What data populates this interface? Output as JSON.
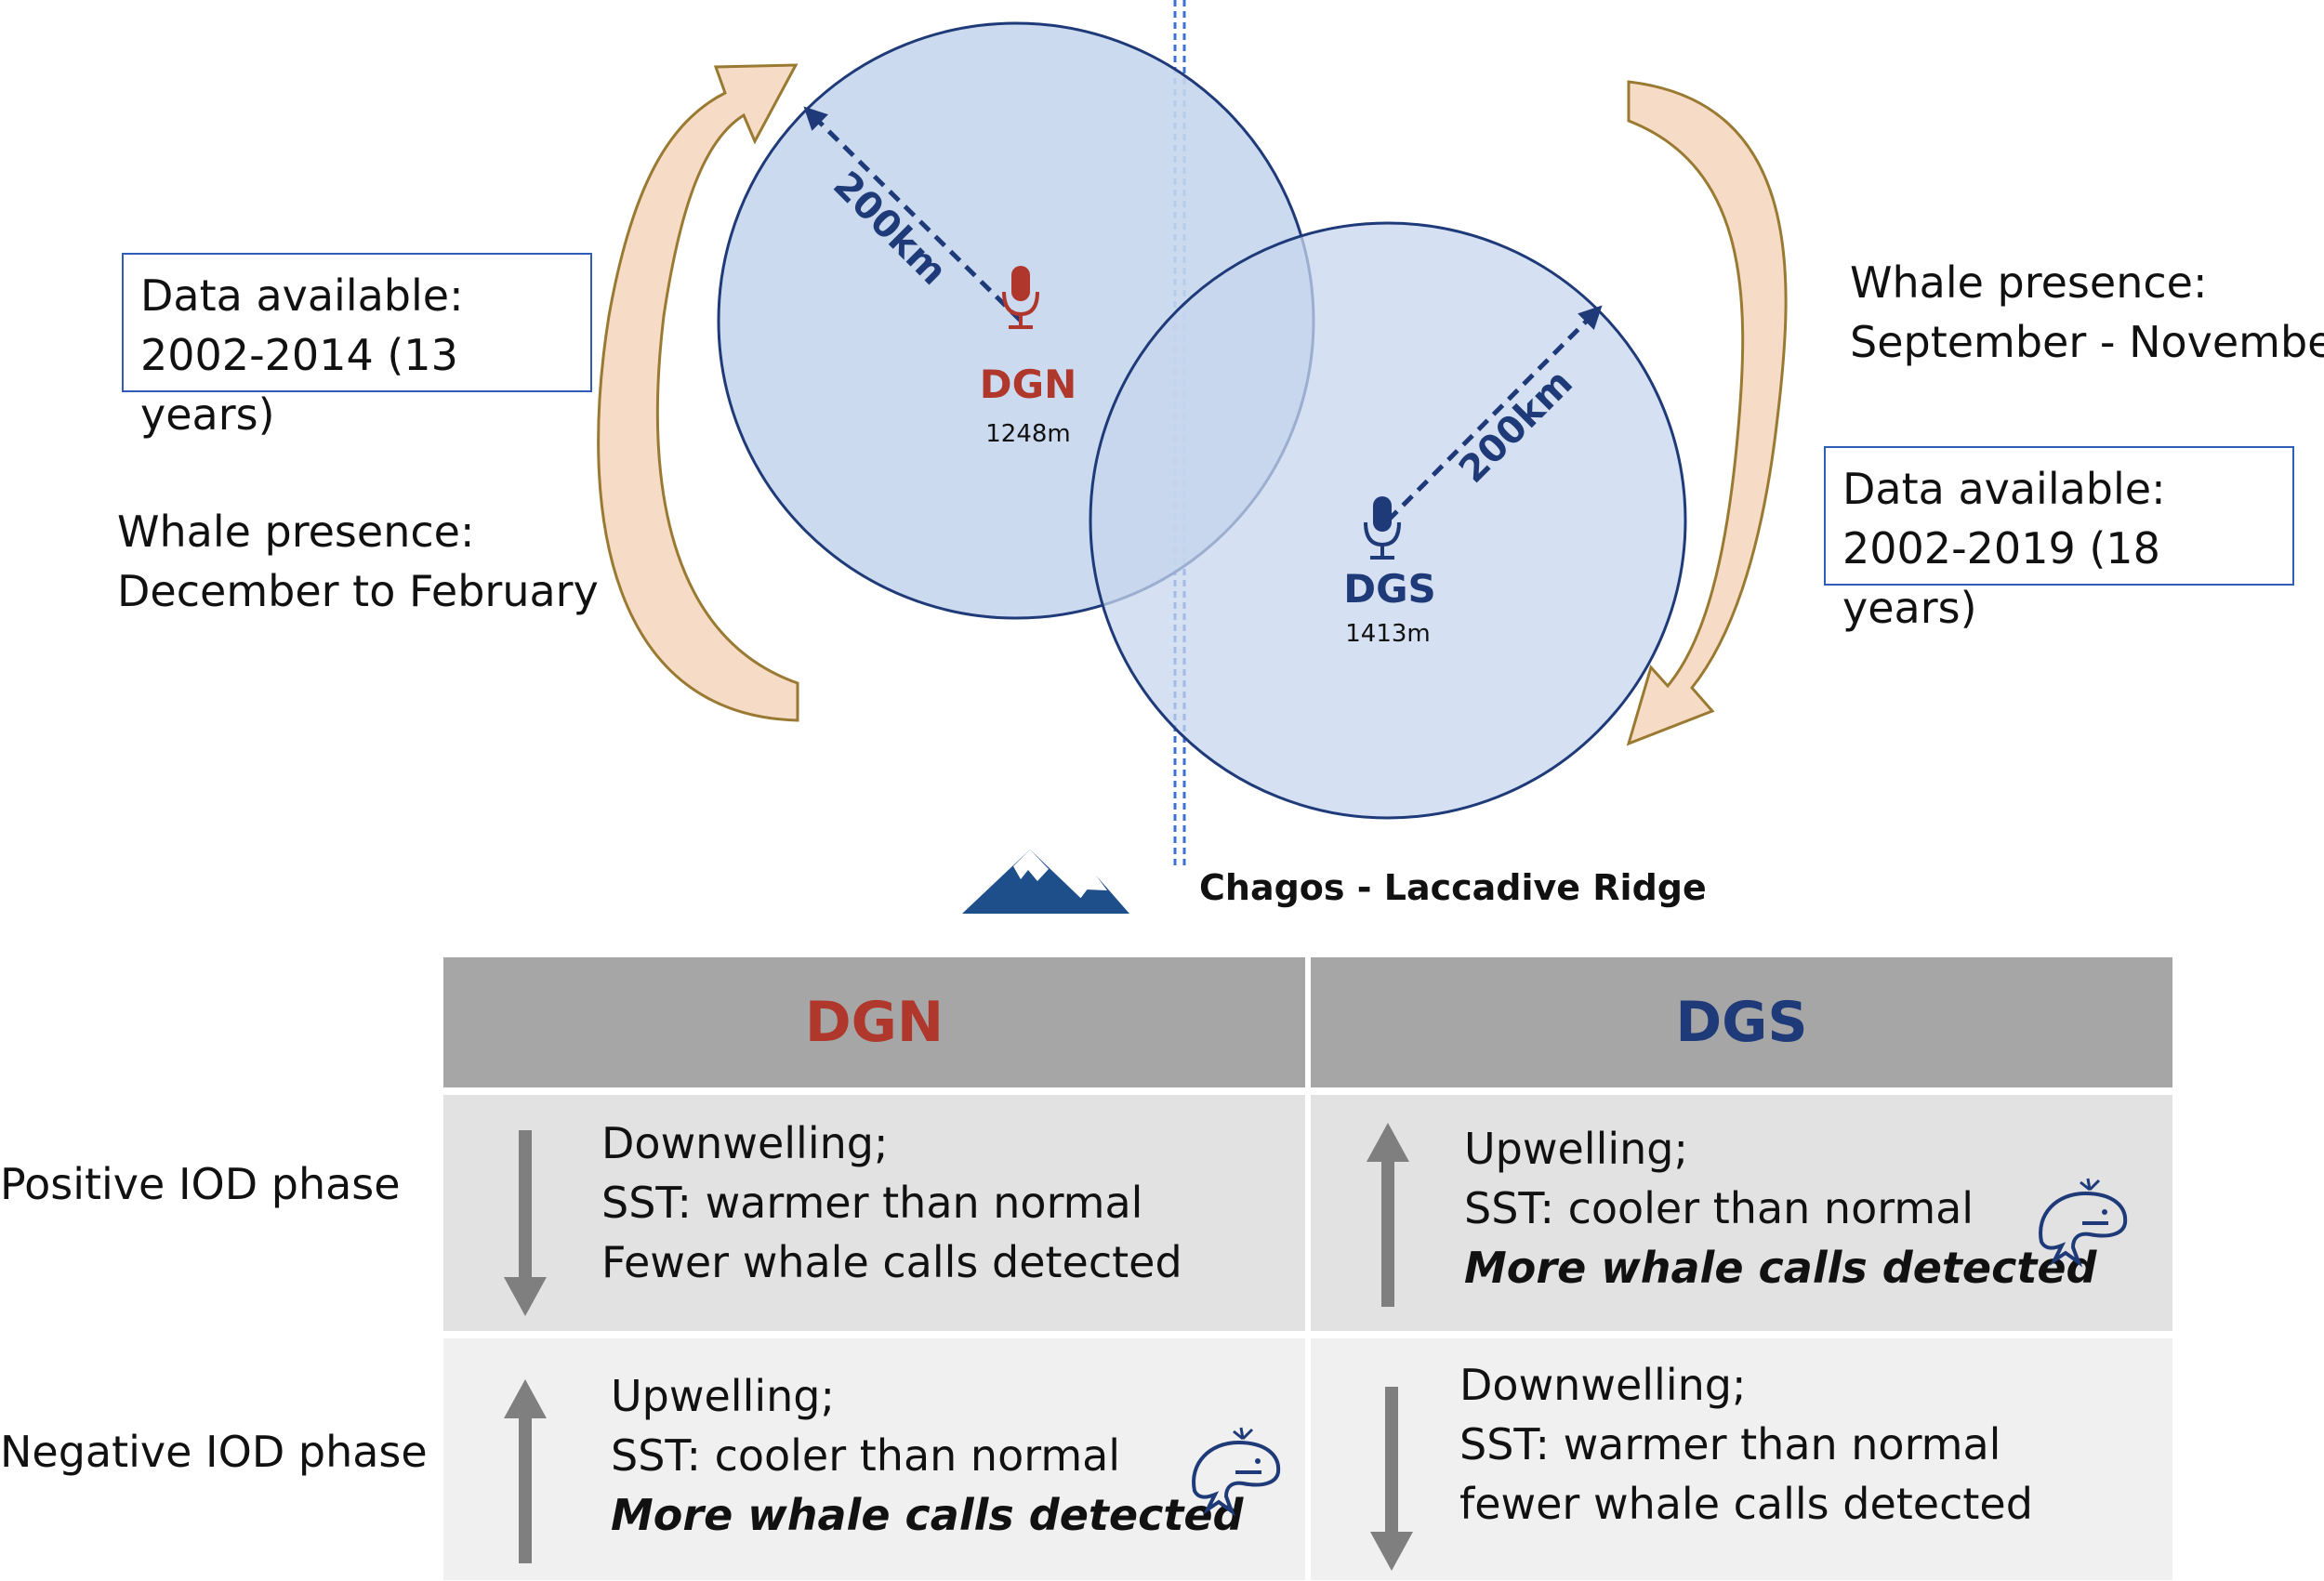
{
  "diagram": {
    "left_info": {
      "data_available_label": "Data available:",
      "data_available_value": "2002-2014 (13 years)",
      "whale_presence_label": "Whale presence:",
      "whale_presence_value": "December to February"
    },
    "right_info": {
      "whale_presence_label": "Whale presence:",
      "whale_presence_value": "September - November",
      "data_available_label": "Data available:",
      "data_available_value": "2002-2019 (18 years)"
    },
    "stations": {
      "dgn": {
        "name": "DGN",
        "depth": "1248m",
        "radius": "200km",
        "color": "#b0372c"
      },
      "dgs": {
        "name": "DGS",
        "depth": "1413m",
        "radius": "200km",
        "color": "#1f3a78"
      }
    },
    "ridge_label": "Chagos - Laccadive Ridge",
    "colors": {
      "circle_fill": "#c7d6ee",
      "circle_stroke": "#1f3a78",
      "arrow_fill": "#f6dcc6",
      "arrow_stroke": "#9a7a32",
      "divider": "#3b6fd0"
    }
  },
  "table": {
    "headers": [
      "DGN",
      "DGS"
    ],
    "rows": [
      {
        "label": "Positive IOD phase",
        "dgn": {
          "arrow": "down",
          "lines": [
            "Downwelling;",
            "SST: warmer than normal",
            "Fewer whale calls detected"
          ],
          "whale_icon": false
        },
        "dgs": {
          "arrow": "up",
          "lines": [
            "Upwelling;",
            "SST: cooler than normal",
            "More whale calls detected"
          ],
          "whale_icon": true
        }
      },
      {
        "label": "Negative IOD phase",
        "dgn": {
          "arrow": "up",
          "lines": [
            "Upwelling;",
            "SST: cooler than normal",
            "More whale calls detected"
          ],
          "whale_icon": true
        },
        "dgs": {
          "arrow": "down",
          "lines": [
            "Downwelling;",
            "SST: warmer than normal",
            "fewer whale calls detected"
          ],
          "whale_icon": false
        }
      }
    ]
  }
}
